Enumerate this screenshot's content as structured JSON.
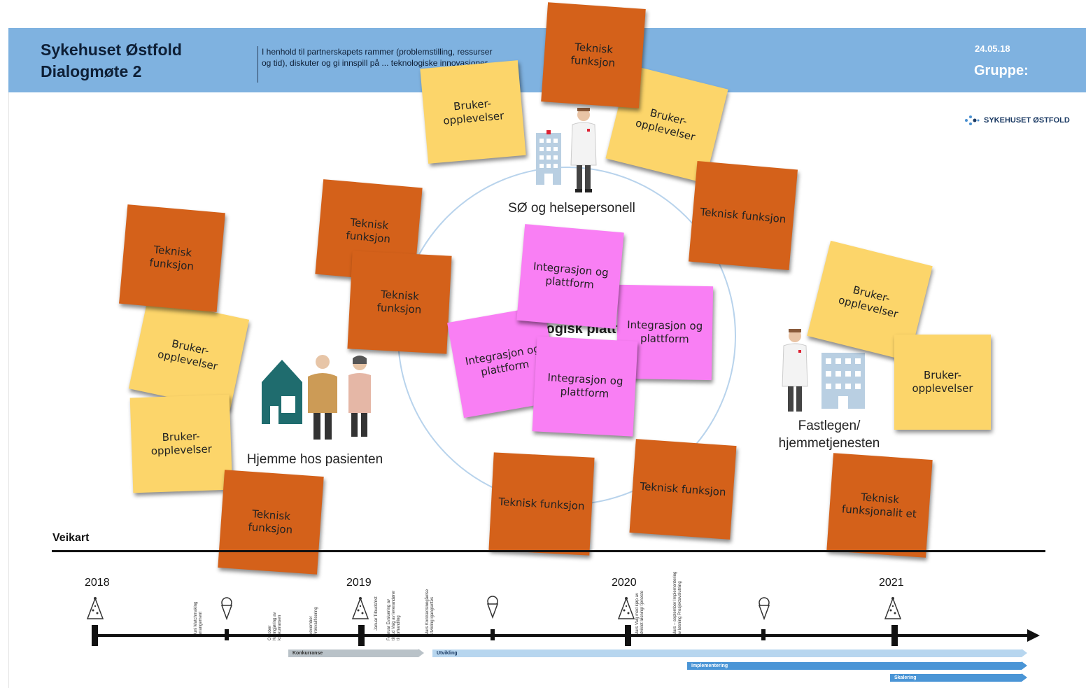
{
  "header": {
    "title_line1": "Sykehuset Østfold",
    "title_line2": "Dialogmøte 2",
    "description": "I henhold til partnerskapets rammer (problemstilling, ressurser og tid), diskuter og gi innspill på ... teknologiske innovasjoner.",
    "date": "24.05.18",
    "group_label": "Gruppe:"
  },
  "logo": {
    "text": "SYKEHUSET ØSTFOLD",
    "icon": "dots-logo-icon"
  },
  "diagram": {
    "top_label": "SØ og helsepersonell",
    "left_label": "Hjemme hos pasienten",
    "right_label_line1": "Fastlegen/",
    "right_label_line2": "hjemmetjenesten",
    "center_partial_text": "ogisk plattfo"
  },
  "notes": {
    "teknisk": "Teknisk funksjon",
    "bruker": "Bruker-opplevelser",
    "integrasjon": "Integrasjon og plattform",
    "teknisk_alt": "Teknisk funksjonalit et"
  },
  "roadmap": {
    "title": "Veikart",
    "years": [
      "2018",
      "2019",
      "2020",
      "2021"
    ],
    "milestones": [
      "Juni Matchmaking arrangement",
      "Oktober Kunngjøring av konkurransen",
      "November Prekvalifisering",
      "Januar Tilbudsfrist",
      "Februar Evaluering av tilbud Valg av leverandører til forhandling",
      "Mars Kontraktsinngåelse Utvikling igangsettes",
      "Mars Valg med kjøp av utviklet løsning/ tjeneste",
      "Mars – september Implementering av løsning Prosjektavslutning"
    ],
    "phases": [
      "Konkurranse",
      "Utvikling",
      "Implementering",
      "Skalering"
    ]
  },
  "colors": {
    "header_bg": "#7fb2e0",
    "note_orange": "#d4611a",
    "note_yellow": "#fcd56a",
    "note_pink": "#f97ff4",
    "phase_grey": "#b9c2c8",
    "phase_light_blue": "#b7d6ef",
    "phase_blue": "#4a95d6"
  }
}
